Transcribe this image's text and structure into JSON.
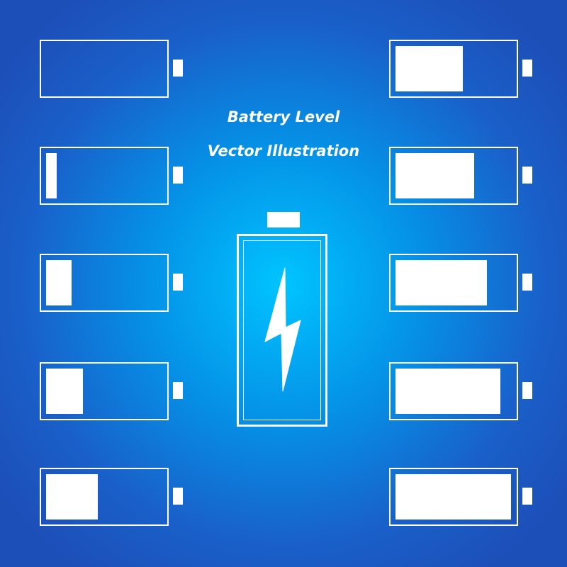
{
  "title": {
    "line1": "Battery Level",
    "line2": "Vector Illustration"
  },
  "colors": {
    "background_center": "#00c4ff",
    "background_edge": "#1d4fb8",
    "icon": "#ffffff"
  },
  "central_icon": "battery-charging-icon",
  "battery_levels": {
    "left_column": [
      0,
      0.09,
      0.22,
      0.32,
      0.45
    ],
    "right_column": [
      0.58,
      0.68,
      0.79,
      0.91,
      1.0
    ]
  }
}
